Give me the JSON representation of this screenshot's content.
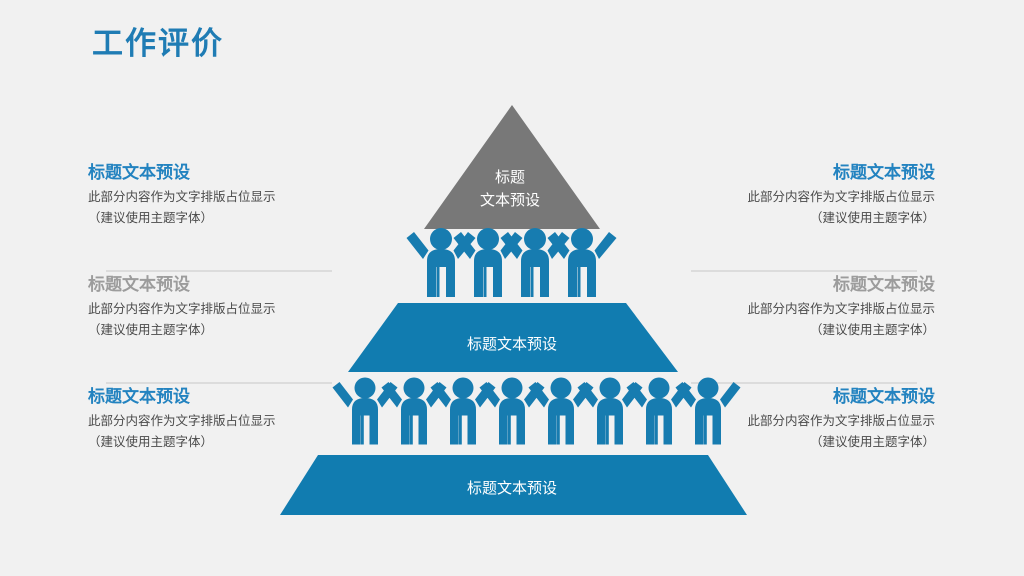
{
  "page": {
    "title": "工作评价",
    "background_color": "#f1f1f1",
    "accent_color": "#2383c0",
    "muted_color": "#9c9c9c",
    "pyramid_blue": "#117cb0",
    "pyramid_gray": "#787878"
  },
  "left_column": [
    {
      "heading": "标题文本预设",
      "line1": "此部分内容作为文字排版占位显示",
      "line2": "（建议使用主题字体）",
      "heading_style": "accent"
    },
    {
      "heading": "标题文本预设",
      "line1": "此部分内容作为文字排版占位显示",
      "line2": "（建议使用主题字体）",
      "heading_style": "muted"
    },
    {
      "heading": "标题文本预设",
      "line1": "此部分内容作为文字排版占位显示",
      "line2": "（建议使用主题字体）",
      "heading_style": "accent"
    }
  ],
  "right_column": [
    {
      "heading": "标题文本预设",
      "line1": "此部分内容作为文字排版占位显示",
      "line2": "（建议使用主题字体）",
      "heading_style": "accent"
    },
    {
      "heading": "标题文本预设",
      "line1": "此部分内容作为文字排版占位显示",
      "line2": "（建议使用主题字体）",
      "heading_style": "muted"
    },
    {
      "heading": "标题文本预设",
      "line1": "此部分内容作为文字排版占位显示",
      "line2": "（建议使用主题字体）",
      "heading_style": "accent"
    }
  ],
  "pyramid": {
    "top_label_line1": "标题",
    "top_label_line2": "文本预设",
    "middle_label": "标题文本预设",
    "bottom_label": "标题文本预设",
    "top_figure_count": 4,
    "bottom_figure_count": 8
  }
}
